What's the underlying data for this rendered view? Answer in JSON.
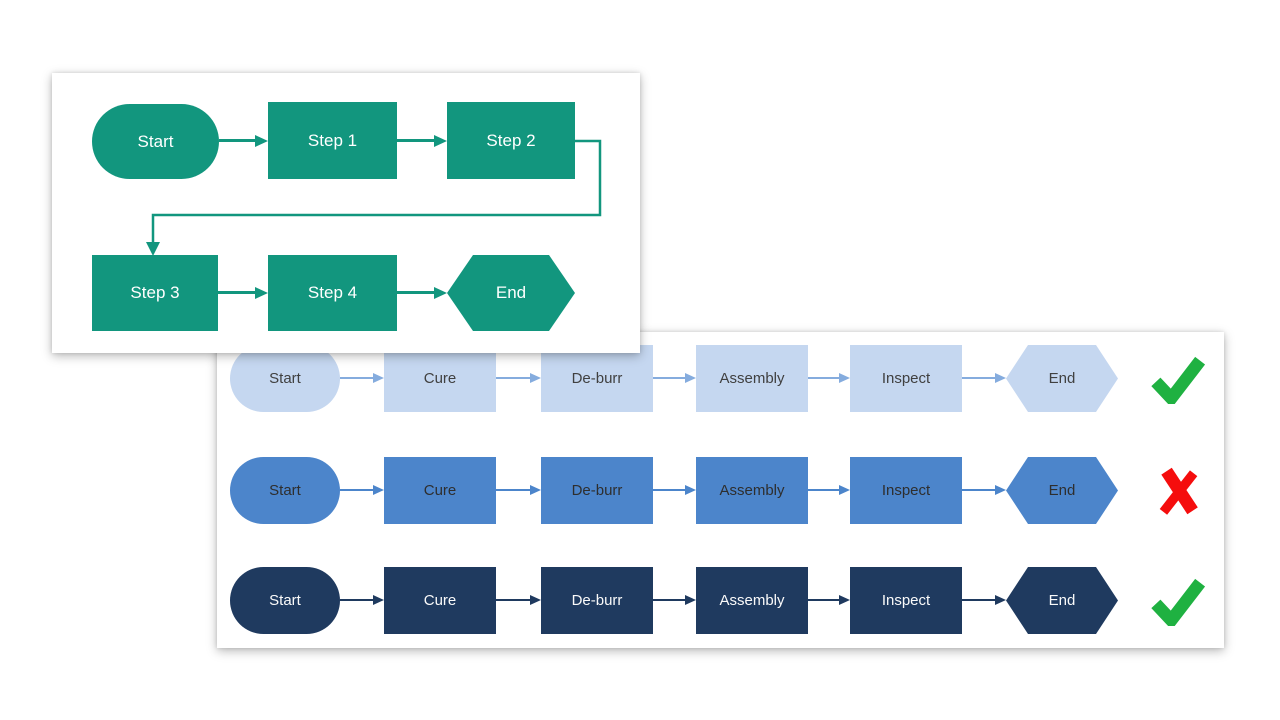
{
  "small_flowchart": {
    "description": "green process flowchart",
    "accent_color": "#12967E",
    "nodes": {
      "start": "Start",
      "step1": "Step 1",
      "step2": "Step 2",
      "step3": "Step 3",
      "step4": "Step 4",
      "end": "End"
    }
  },
  "large_flowchart": {
    "description": "three color variants of the same process flow",
    "check_color": "#1FB141",
    "x_color": "#F50D0D",
    "rows": [
      {
        "fill": "#C5D7F0",
        "labels": {
          "start": "Start",
          "cure": "Cure",
          "deburr": "De-burr",
          "assembly": "Assembly",
          "inspect": "Inspect",
          "end": "End"
        },
        "result": "check"
      },
      {
        "fill": "#4C85CB",
        "labels": {
          "start": "Start",
          "cure": "Cure",
          "deburr": "De-burr",
          "assembly": "Assembly",
          "inspect": "Inspect",
          "end": "End"
        },
        "result": "x"
      },
      {
        "fill": "#1F3A5F",
        "labels": {
          "start": "Start",
          "cure": "Cure",
          "deburr": "De-burr",
          "assembly": "Assembly",
          "inspect": "Inspect",
          "end": "End"
        },
        "result": "check"
      }
    ]
  }
}
